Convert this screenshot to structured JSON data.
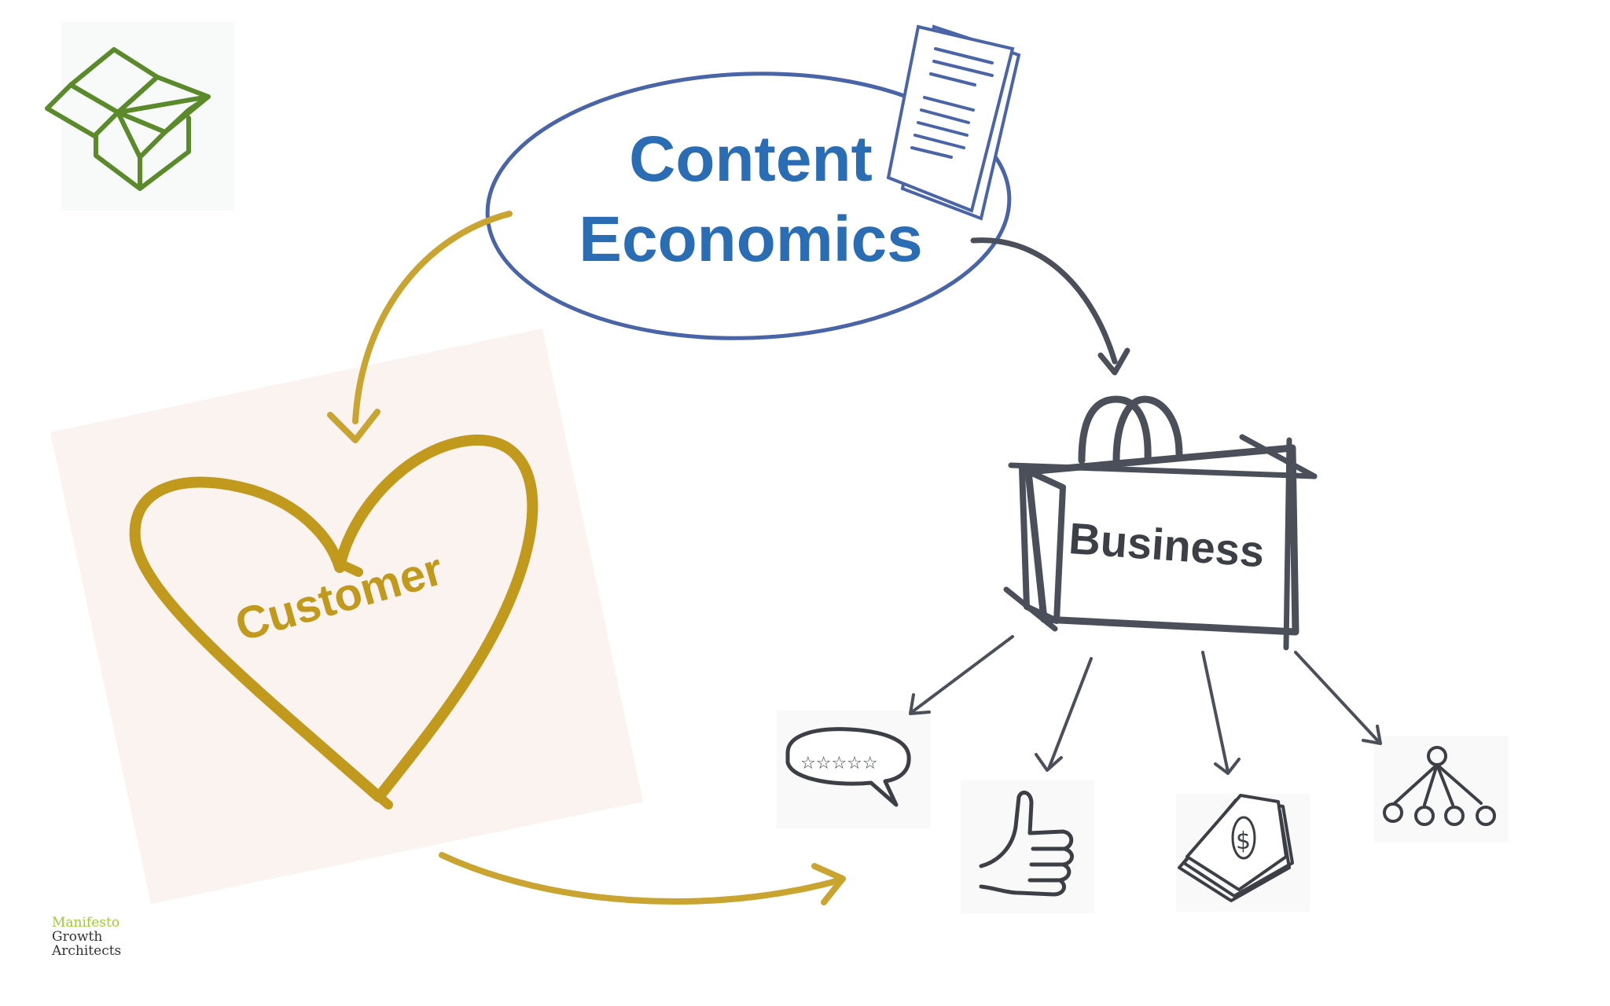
{
  "diagram": {
    "title_lines": [
      "Content",
      "Economics"
    ],
    "customer_label": "Customer",
    "business_label": "Business",
    "outcome_icons": [
      "star-rating-speech-bubble-icon",
      "thumbs-up-icon",
      "money-stack-icon",
      "referral-network-icon"
    ],
    "colors": {
      "content": "#2a6db5",
      "customer": "#c1991d",
      "business": "#4b4f59",
      "box": "#5a8a2a"
    }
  },
  "brand": {
    "line_1": "Manifesto",
    "line_2": "Growth",
    "line_3": "Architects"
  }
}
